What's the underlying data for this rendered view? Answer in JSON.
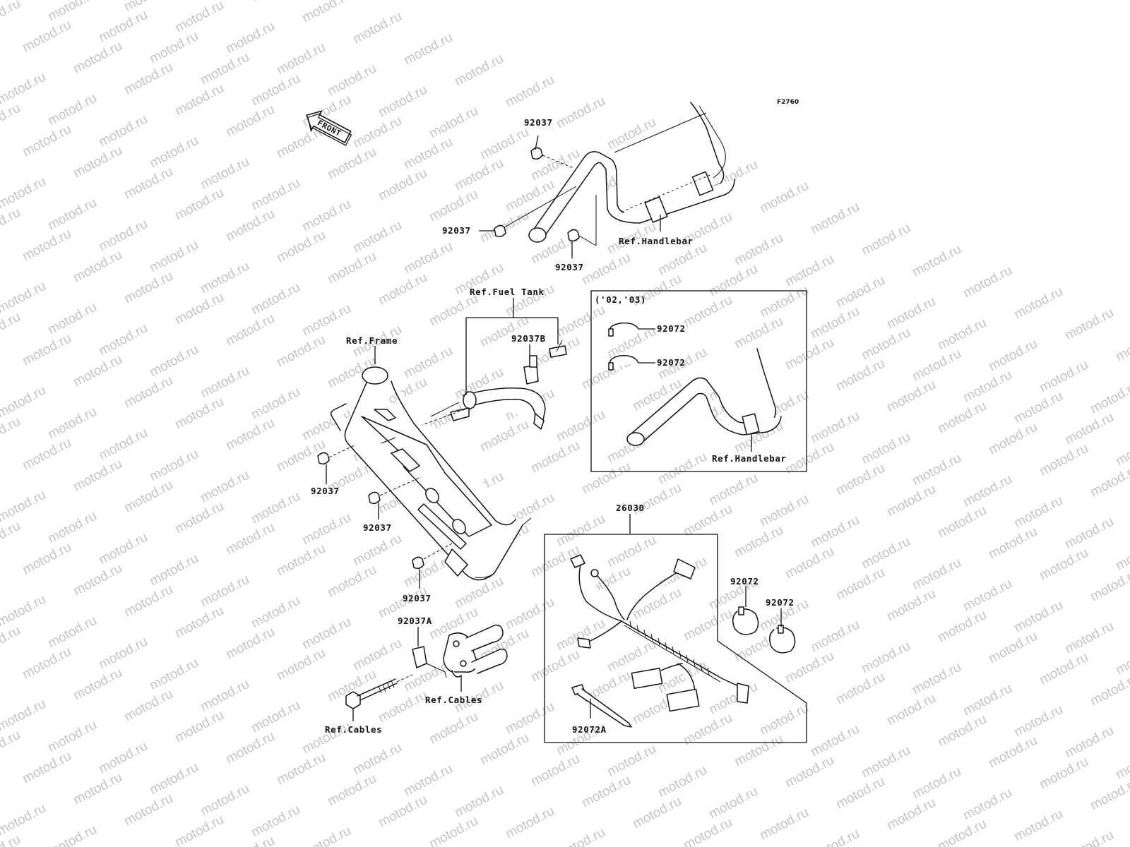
{
  "watermark": "motod.ru",
  "figure_code": "F2760",
  "front_arrow": "FRONT",
  "inset_years": "('02,'03)",
  "labels": {
    "clip_top": "92037",
    "clip_left": "92037",
    "clip_bottom": "92037",
    "handlebar_main": "Ref.Handlebar",
    "fuel_tank": "Ref.Fuel Tank",
    "clip_b": "92037B",
    "frame": "Ref.Frame",
    "frame_clip1": "92037",
    "frame_clip2": "92037",
    "frame_clip3": "92037",
    "clip_a": "92037A",
    "cables_bolt": "Ref.Cables",
    "cables_bracket": "Ref.Cables",
    "band_inset1": "92072",
    "band_inset2": "92072",
    "handlebar_inset": "Ref.Handlebar",
    "harness": "26030",
    "band_right1": "92072",
    "band_right2": "92072",
    "band_a": "92072A"
  }
}
